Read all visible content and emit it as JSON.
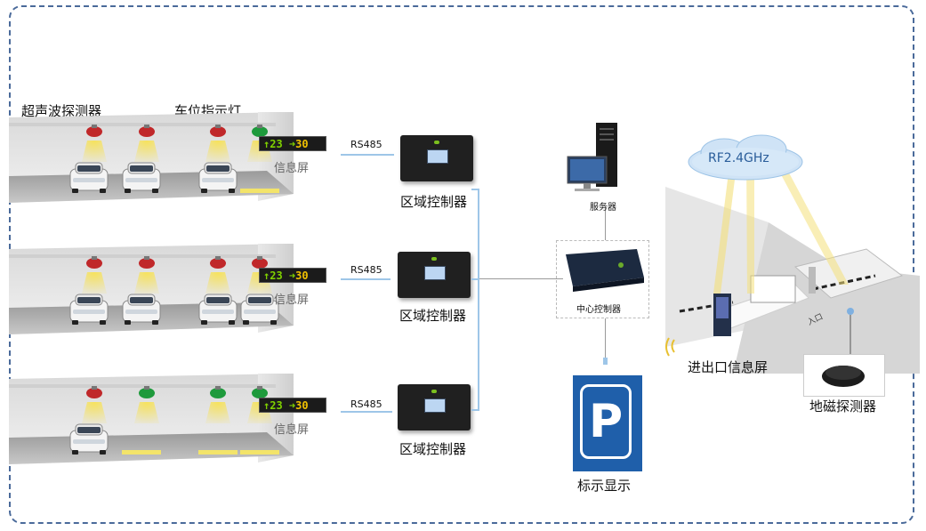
{
  "labels": {
    "ultrasonic_detector": "超声波探测器",
    "space_indicator": "车位指示灯",
    "info_screen": "信息屏",
    "rs485": "RS485",
    "zone_controller": "区域控制器",
    "server": "服务器",
    "central_controller": "中心控制器",
    "sign_display": "标示显示",
    "entrance_exit_screen": "进出口信息屏",
    "geomagnetic_detector": "地磁探测器",
    "rf": "RF2.4GHz",
    "entrance_arrow": "入口",
    "parking_letter": "P"
  },
  "sign": {
    "left": "23",
    "right": "30"
  },
  "colors": {
    "line": "#9ec6e8",
    "frame": "#4a6a9a",
    "parking_blue": "#1f5faa",
    "sign_green": "#7fd000",
    "sign_yellow": "#f0c000",
    "light_red": "#c0282a",
    "light_green": "#1e9a3c"
  },
  "rows": [
    {
      "lights": [
        "red",
        "red",
        "red",
        "green"
      ],
      "cars": [
        true,
        true,
        true,
        false
      ]
    },
    {
      "lights": [
        "red",
        "red",
        "red",
        "red"
      ],
      "cars": [
        true,
        true,
        true,
        true
      ]
    },
    {
      "lights": [
        "red",
        "green",
        "green",
        "green"
      ],
      "cars": [
        true,
        false,
        false,
        false
      ]
    }
  ]
}
